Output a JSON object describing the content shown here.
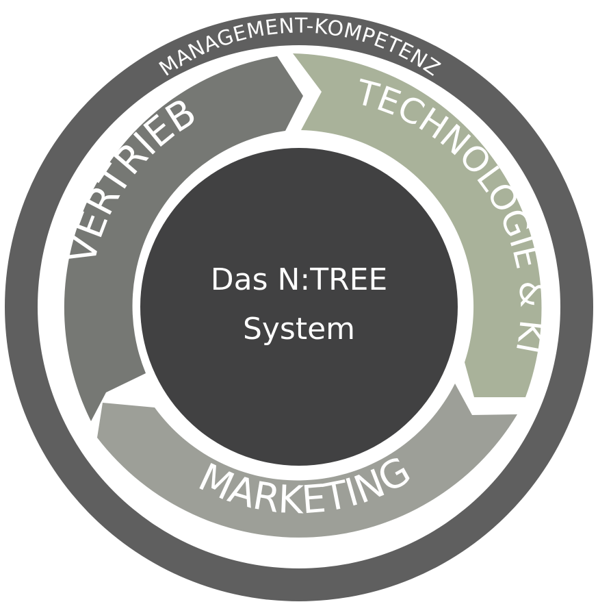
{
  "outer_label": "MANAGEMENT-KOMPETENZ",
  "segments": {
    "vertrieb": "VERTRIEB",
    "technologie": "TECHNOLOGIE & KI",
    "marketing": "MARKETING"
  },
  "center": {
    "line1": "Das N:TREE",
    "line2": "System"
  },
  "colors": {
    "outer_ring": "#5f5f5f",
    "vertrieb": "#767874",
    "technologie": "#a9b29a",
    "marketing": "#9d9f98",
    "center": "#414142",
    "text": "#ffffff"
  }
}
